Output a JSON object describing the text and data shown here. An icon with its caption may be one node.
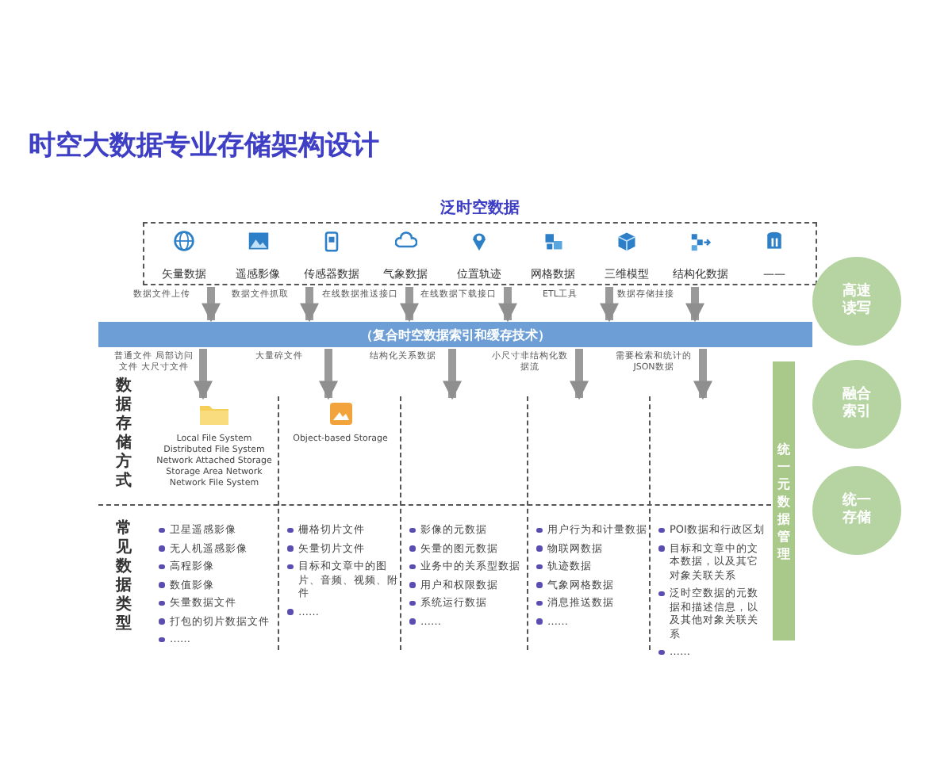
{
  "diagram": {
    "title": "时空大数据专业存储架构设计",
    "nodes": [
      {
        "text": [
          "泛时空数据"
        ]
      },
      {
        "text": [
          "矢量数据"
        ],
        "in": 0
      },
      {
        "text": [
          "遥感影像"
        ],
        "in": 0
      },
      {
        "text": [
          "传感器数据"
        ],
        "in": 0
      },
      {
        "text": [
          "气象数据"
        ],
        "in": 0
      },
      {
        "text": [
          "位置轨迹"
        ],
        "in": 0
      },
      {
        "text": [
          "网格数据"
        ],
        "in": 0
      },
      {
        "text": [
          "三维模型"
        ],
        "in": 0
      },
      {
        "text": [
          "结构化数据"
        ],
        "in": 0
      },
      {
        "text": [
          "——"
        ],
        "in": 0
      },
      {
        "text": [
          "（复合时空数据索引和缓存技术）"
        ]
      },
      {
        "text": [
          "Local File System",
          "Distributed File System",
          "Network Attached Storage",
          "Storage Area Network",
          "Network File System",
          "卫星遥感影像",
          "无人机遥感影像",
          "高程影像",
          "数值影像",
          "矢量数据文件",
          "打包的切片数据文件",
          "……"
        ]
      },
      {
        "text": [
          "Object-based Storage",
          "栅格切片文件",
          "矢量切片文件",
          "目标和文章中的图片、音频、视频、附件",
          "……"
        ]
      },
      {
        "text": [
          "影像的元数据",
          "矢量的图元数据",
          "业务中的关系型数据",
          "用户和权限数据",
          "系统运行数据",
          "……"
        ]
      },
      {
        "text": [
          "用户行为和计量数据",
          "物联网数据",
          "轨迹数据",
          "气象网格数据",
          "消息推送数据",
          "……"
        ]
      },
      {
        "text": [
          "POI数据和行政区划",
          "目标和文章中的文本数据，以及其它对象关联关系",
          "泛时空数据的元数据和描述信息，以及其他对象关联关系",
          "……"
        ]
      },
      {
        "text": [
          "统一元数据管理"
        ]
      },
      {
        "text": [
          "高速读写"
        ]
      },
      {
        "text": [
          "融合索引"
        ]
      },
      {
        "text": [
          "统一存储"
        ]
      }
    ],
    "edges": [
      {
        "from": 0,
        "to": 10,
        "arrow": "to",
        "label": "数据文件上传"
      },
      {
        "from": 0,
        "to": 10,
        "arrow": "to",
        "label": "数据文件抓取"
      },
      {
        "from": 0,
        "to": 10,
        "arrow": "to",
        "label": "在线数据推送接口"
      },
      {
        "from": 0,
        "to": 10,
        "arrow": "to",
        "label": "在线数据下载接口"
      },
      {
        "from": 0,
        "to": 10,
        "arrow": "to",
        "label": "ETL工具"
      },
      {
        "from": 0,
        "to": 10,
        "arrow": "to",
        "label": "数据存储挂接"
      },
      {
        "from": 10,
        "to": 11,
        "arrow": "to",
        "label": "普通文件 局部访问文件 大尺寸文件"
      },
      {
        "from": 10,
        "to": 12,
        "arrow": "to",
        "label": "大量碎文件"
      },
      {
        "from": 10,
        "to": 13,
        "arrow": "to",
        "label": "结构化关系数据"
      },
      {
        "from": 10,
        "to": 14,
        "arrow": "to",
        "label": "小尺寸非结构化数据流"
      },
      {
        "from": 10,
        "to": 15,
        "arrow": "to",
        "label": "需要检索和统计的JSON数据"
      }
    ],
    "labels": [
      "数据存储方式",
      "常见数据类型"
    ]
  }
}
